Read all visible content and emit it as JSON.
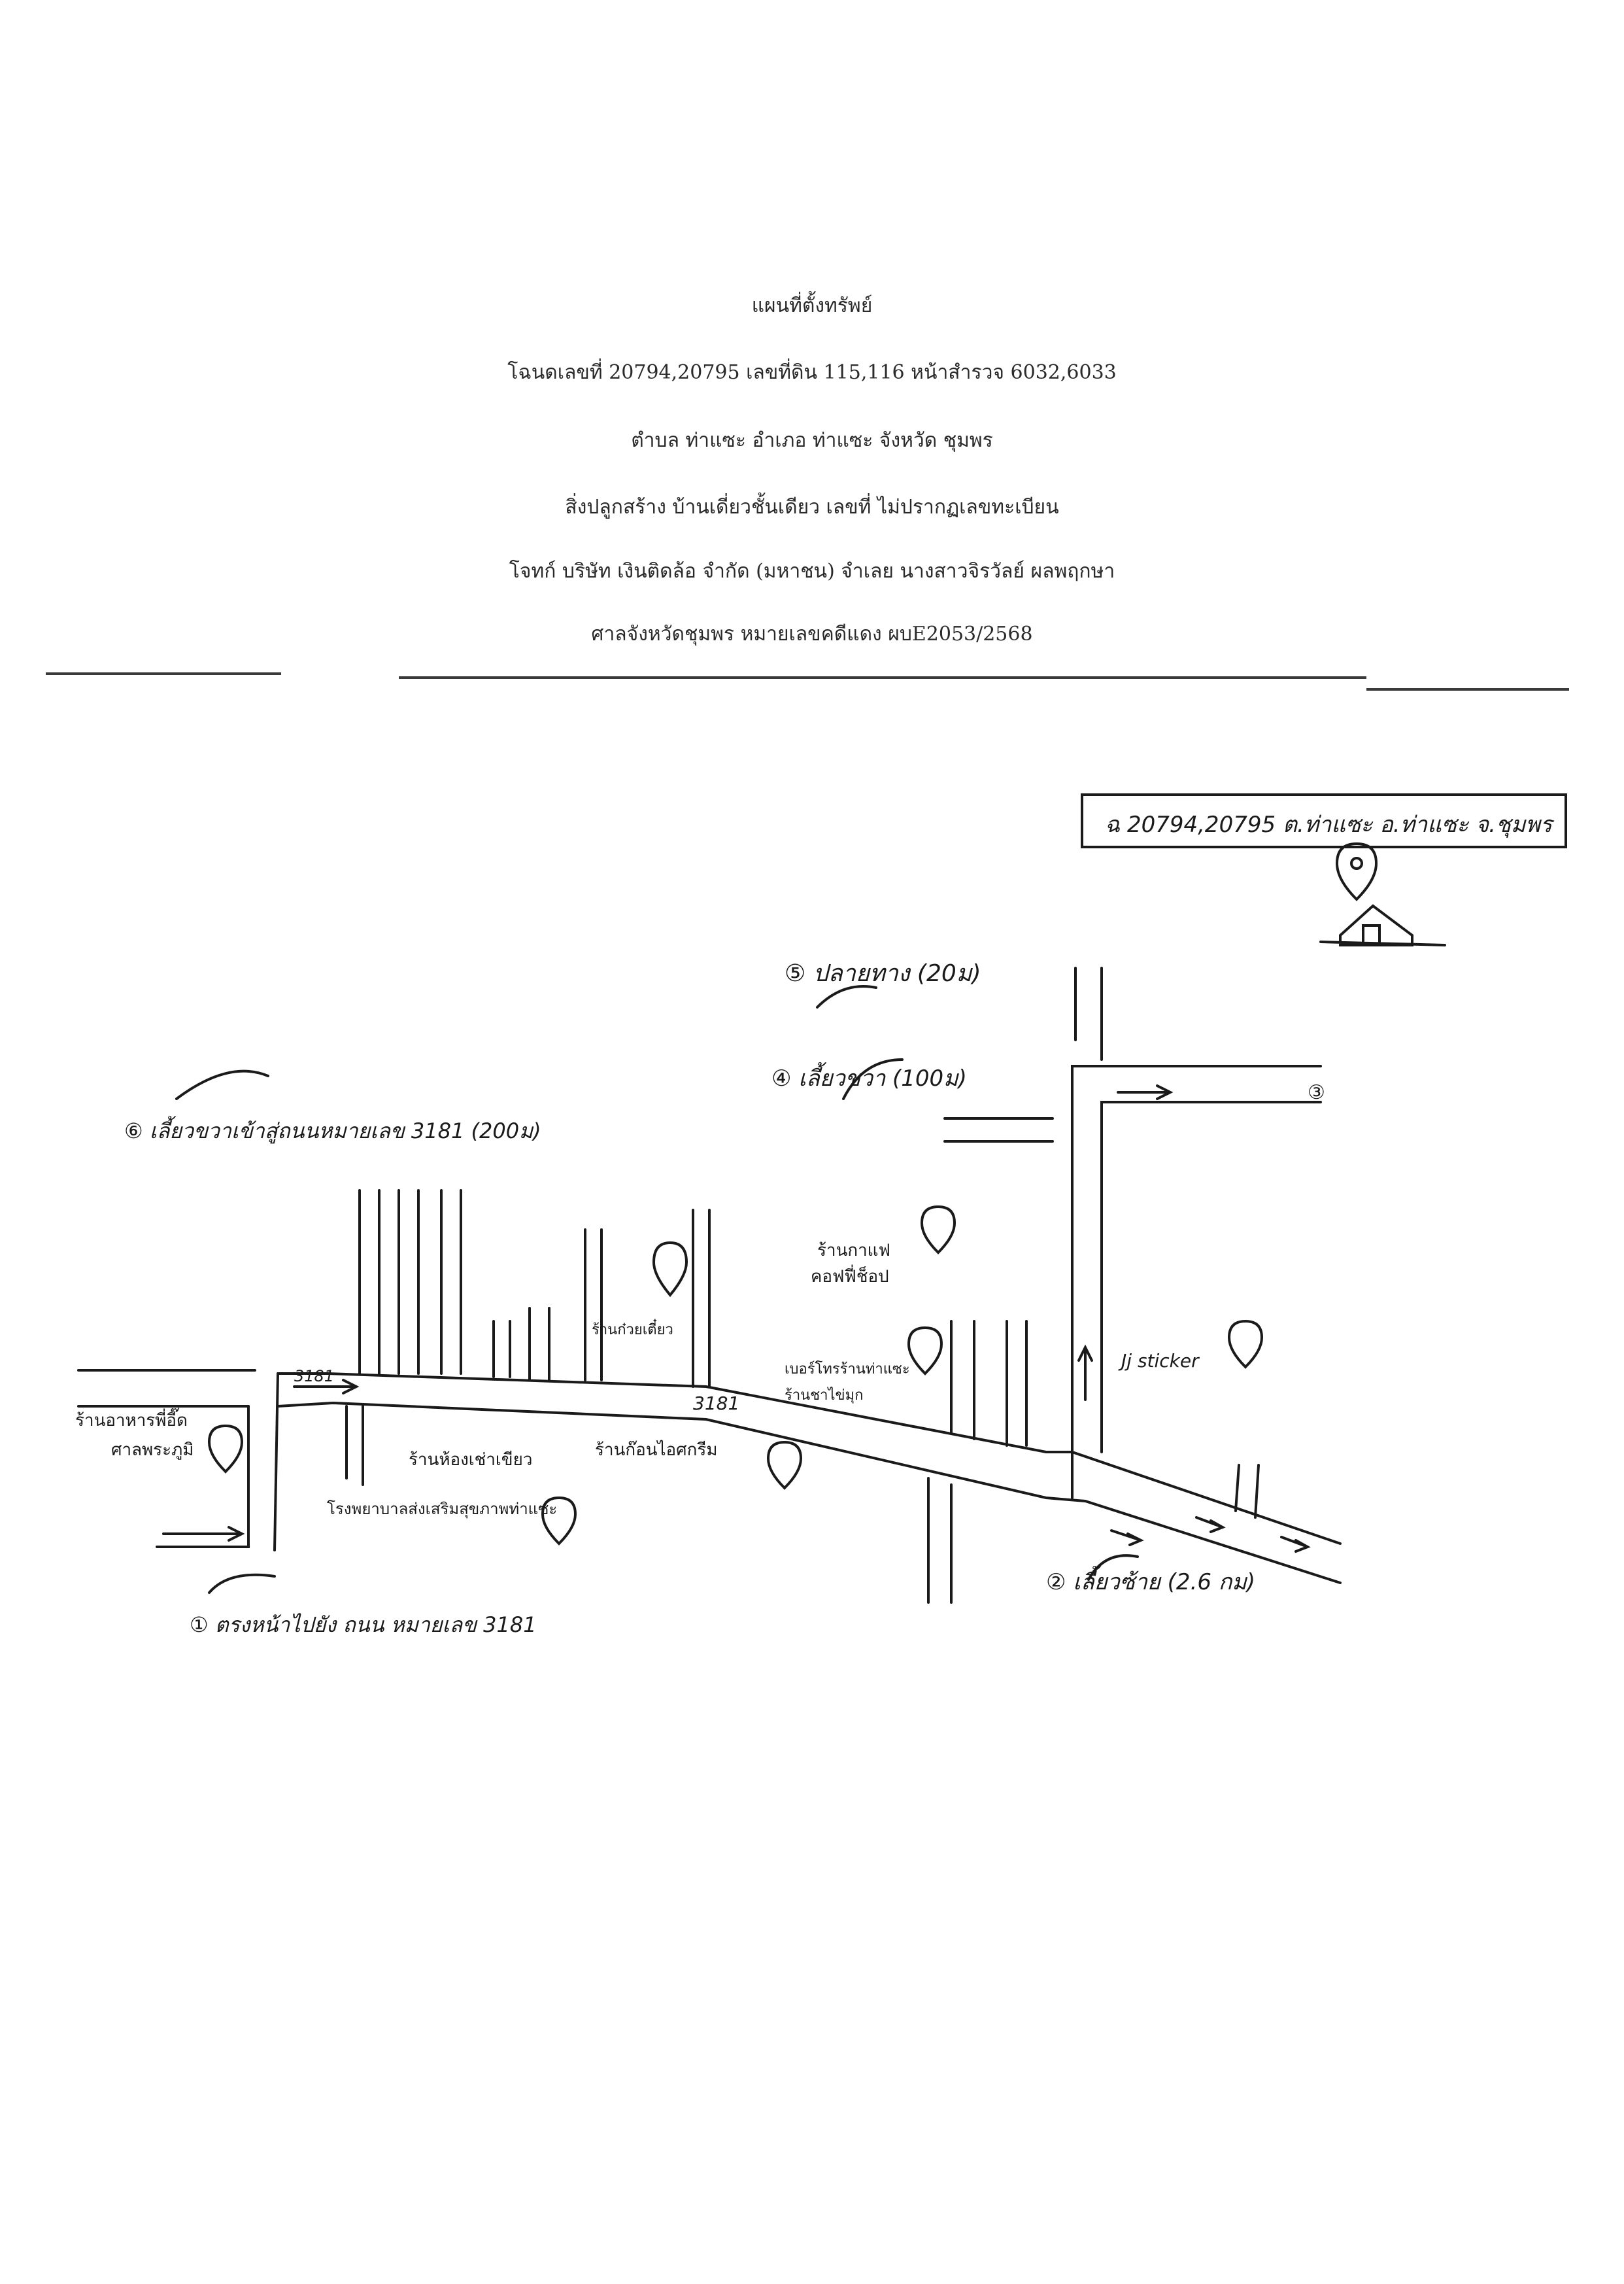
{
  "header": {
    "title": "แผนที่ตั้งทรัพย์",
    "deed": "โฉนดเลขที่ 20794,20795 เลขที่ดิน 115,116 หน้าสำรวจ 6032,6033",
    "location": "ตำบล ท่าแซะ อำเภอ ท่าแซะ จังหวัด ชุมพร",
    "building": "สิ่งปลูกสร้าง บ้านเดี่ยวชั้นเดียว เลขที่ ไม่ปรากฏเลขทะเบียน",
    "case_parties": "โจทก์ บริษัท เงินติดล้อ จำกัด (มหาชน) จำเลย นางสาวจิรวัลย์ ผลพฤกษา",
    "court": "ศาลจังหวัดชุมพร หมายเลขคดีแดง ผบE2053/2568"
  },
  "map": {
    "property_box": "ฉ 20794,20795 ต.ท่าแซะ อ.ท่าแซะ จ.ชุมพร",
    "road_number": "3181",
    "steps": {
      "s1": "① ตรงหน้าไปยัง ถนน หมายเลข 3181",
      "s2": "② เลี้ยวซ้าย (2.6 กม)",
      "s3": "③",
      "s4": "④ เลี้ยวขวา (100ม)",
      "s5": "⑤ ปลายทาง (20ม)",
      "s6": "⑥ เลี้ยวขวาเข้าสู่ถนนหมายเลข 3181 (200ม)"
    },
    "landmarks": {
      "left_shop_1": "ร้านอาหารพี่อี๊ด",
      "left_shop_2": "ศาลพระภูมิ",
      "mid_shop": "ร้านก๋วยเตี๋ยว",
      "pharmacy": "ร้านห้องเช่าเขียว",
      "hospital": "โรงพยาบาลส่งเสริมสุขภาพท่าแซะ",
      "shop_b": "ร้านก๊อนไอศกรีม",
      "shop_c": "ร้านชาไข่มุก",
      "shop_d1": "ร้านกาแฟ",
      "shop_d2": "คอฟฟี่ช็อป",
      "shop_e": "เบอร์โทรร้านท่าแซะ",
      "sticker": "Jj sticker"
    }
  }
}
